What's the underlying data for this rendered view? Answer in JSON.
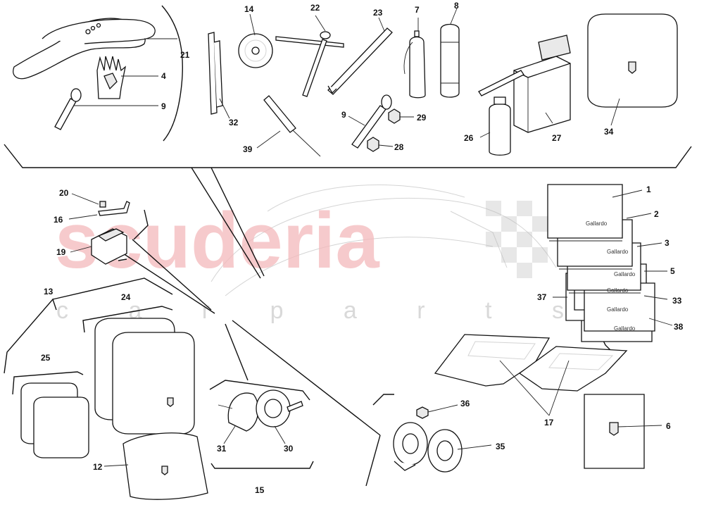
{
  "watermark": {
    "brand": "scuderia",
    "sub": "c a r p a r t s"
  },
  "book_label": "Gallardo",
  "callouts": [
    "21",
    "4",
    "9",
    "14",
    "22",
    "23",
    "7",
    "8",
    "32",
    "39",
    "9",
    "29",
    "28",
    "26",
    "27",
    "34",
    "20",
    "16",
    "19",
    "1",
    "2",
    "3",
    "5",
    "33",
    "37",
    "38",
    "13",
    "24",
    "25",
    "12",
    "31",
    "30",
    "15",
    "36",
    "35",
    "17",
    "6"
  ]
}
